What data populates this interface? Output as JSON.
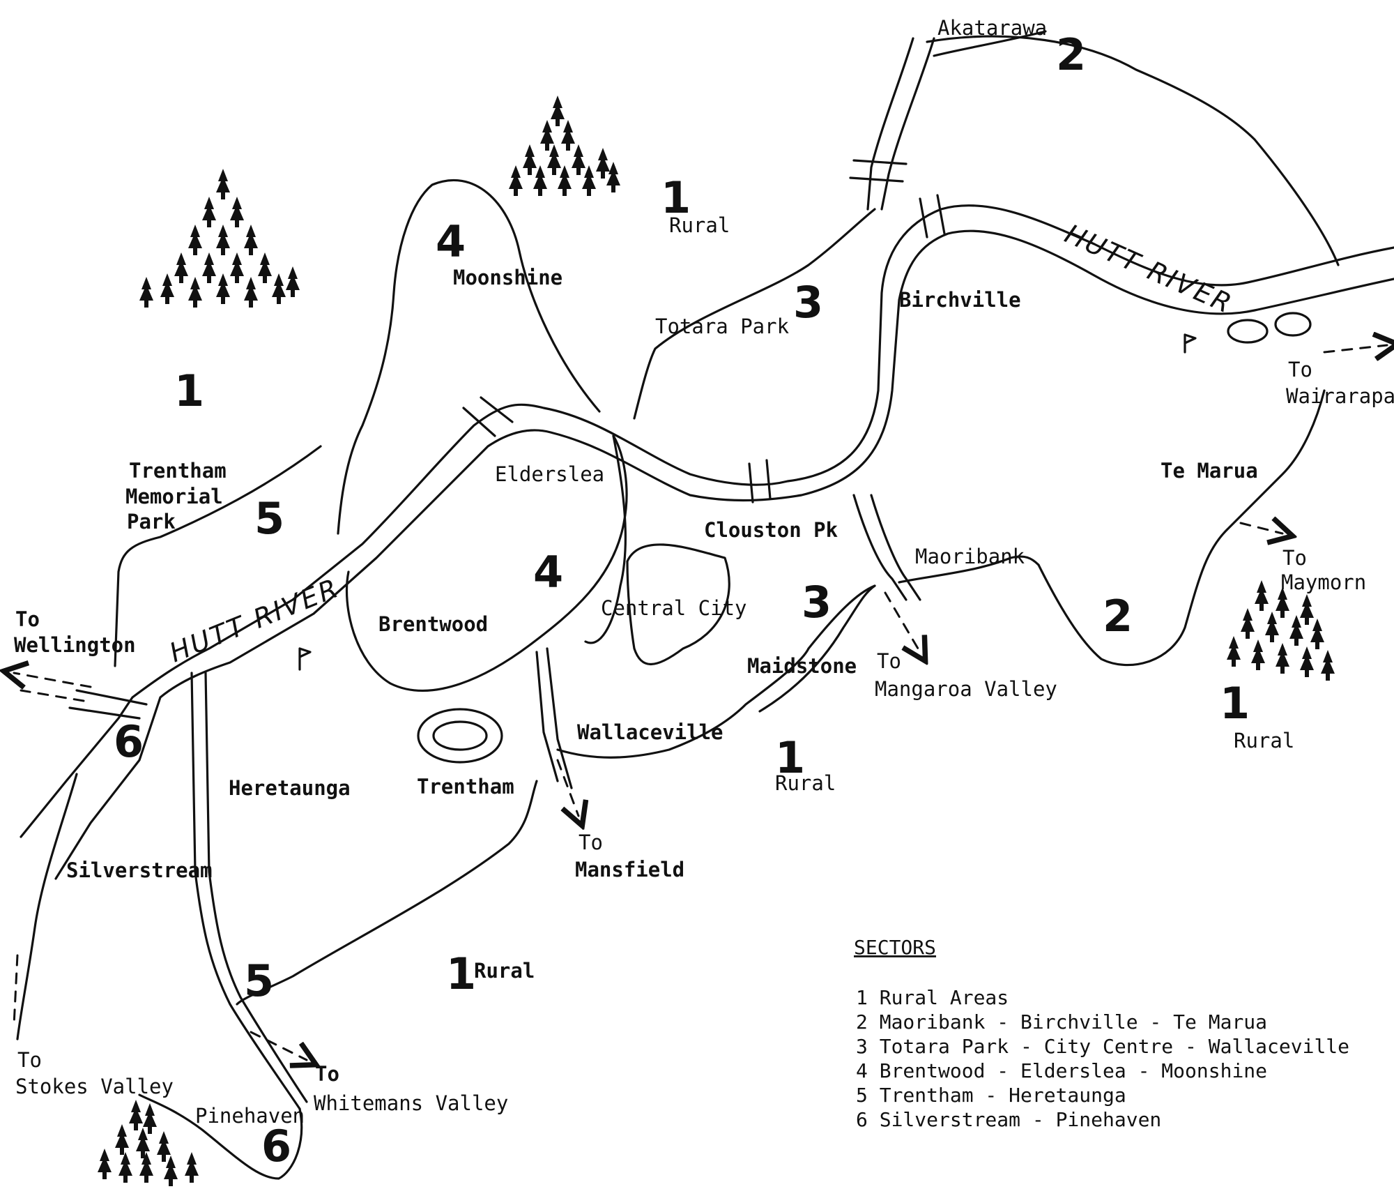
{
  "map": {
    "river_labels": [
      "HUTT RIVER",
      "HUTT RIVER"
    ],
    "places": {
      "akatarawa": "Akatarawa",
      "moonshine": "Moonshine",
      "rural_n": "Rural",
      "totara_park": "Totara Park",
      "birchville": "Birchville",
      "to_wairarapa_1": "To",
      "to_wairarapa_2": "Wairarapa",
      "trentham_mem_1": "Trentham",
      "trentham_mem_2": "Memorial",
      "trentham_mem_3": "Park",
      "elderslea": "Elderslea",
      "te_marua": "Te Marua",
      "clouston_pk": "Clouston Pk",
      "maoribank": "Maoribank",
      "to_maymorn_1": "To",
      "to_maymorn_2": "Maymorn",
      "to_wellington_1": "To",
      "to_wellington_2": "Wellington",
      "brentwood": "Brentwood",
      "central_city": "Central City",
      "maidstone": "Maidstone",
      "to_mangaroa_1": "To",
      "to_mangaroa_2": "Mangaroa Valley",
      "wallaceville": "Wallaceville",
      "rural_e": "Rural",
      "heretaunga": "Heretaunga",
      "trentham": "Trentham",
      "rural_c": "Rural",
      "to_mansfield_1": "To",
      "to_mansfield_2": "Mansfield",
      "silverstream": "Silverstream",
      "rural_s": "Rural",
      "to_stokes_1": "To",
      "to_stokes_2": "Stokes Valley",
      "to_whitemans_1": "To",
      "to_whitemans_2": "Whitemans Valley",
      "pinehaven": "Pinehaven"
    },
    "sector_numbers": {
      "s1_north": "1",
      "s2_north": "2",
      "s4_moonshine": "4",
      "s3_totara": "3",
      "s1_west": "1",
      "s5_trentham": "5",
      "s4_brentwood": "4",
      "s3_maidstone": "3",
      "s2_temarua": "2",
      "s1_east": "1",
      "s6_silverstream": "6",
      "s1_central": "1",
      "s1_south": "1",
      "s5_heretaunga": "5",
      "s6_pinehaven": "6"
    }
  },
  "legend": {
    "title": "SECTORS",
    "items": [
      "1 Rural Areas",
      "2 Maoribank - Birchville - Te Marua",
      "3 Totara Park - City Centre - Wallaceville",
      "4 Brentwood - Elderslea - Moonshine",
      "5 Trentham - Heretaunga",
      "6 Silverstream - Pinehaven"
    ]
  }
}
